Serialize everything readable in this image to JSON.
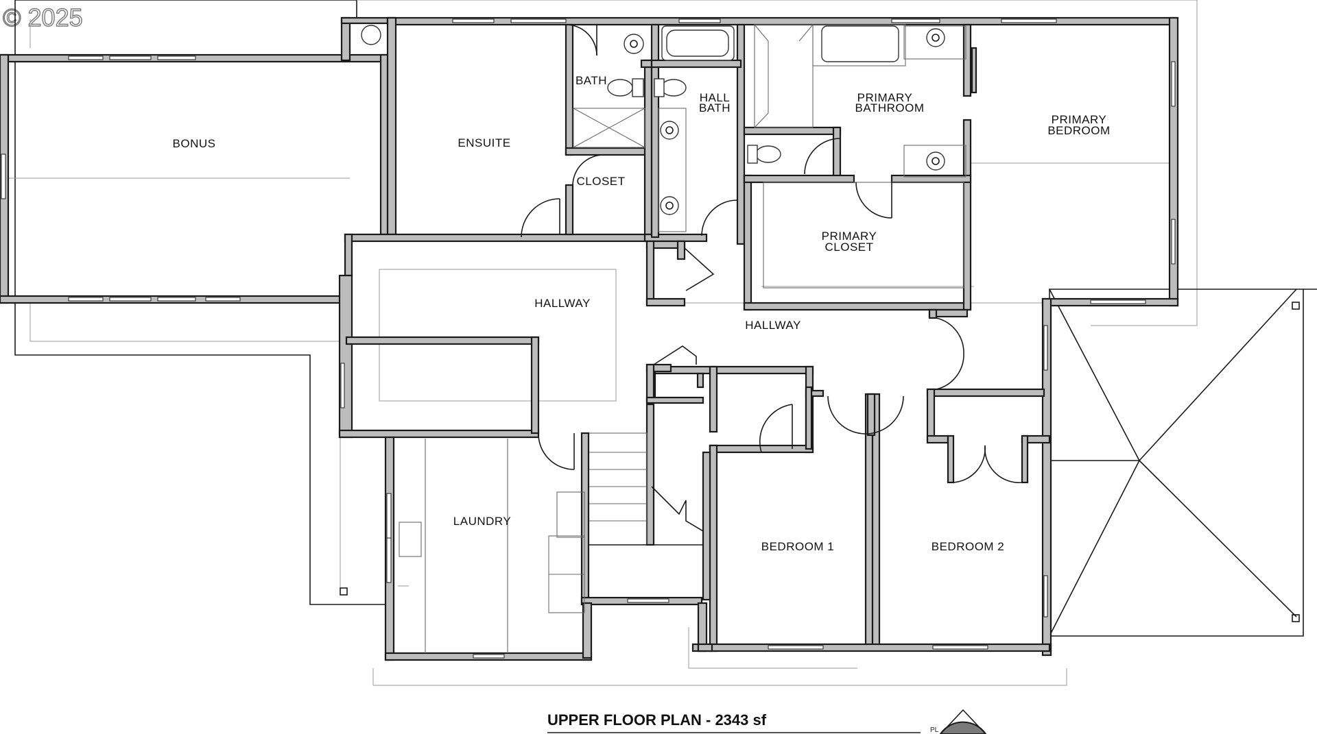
{
  "watermark": "© 2025",
  "plan_title": "UPPER FLOOR PLAN - 2343 sf",
  "north_arrow_label": "PL",
  "rooms": {
    "bonus": "BONUS",
    "ensuite": "ENSUITE",
    "bath": "BATH",
    "closet": "CLOSET",
    "hall_bath_line1": "HALL",
    "hall_bath_line2": "BATH",
    "primary_bathroom_line1": "PRIMARY",
    "primary_bathroom_line2": "BATHROOM",
    "primary_bedroom_line1": "PRIMARY",
    "primary_bedroom_line2": "BEDROOM",
    "primary_closet_line1": "PRIMARY",
    "primary_closet_line2": "CLOSET",
    "hallway_west": "HALLWAY",
    "hallway_east": "HALLWAY",
    "laundry": "LAUNDRY",
    "bedroom_1": "BEDROOM 1",
    "bedroom_2": "BEDROOM 2"
  }
}
